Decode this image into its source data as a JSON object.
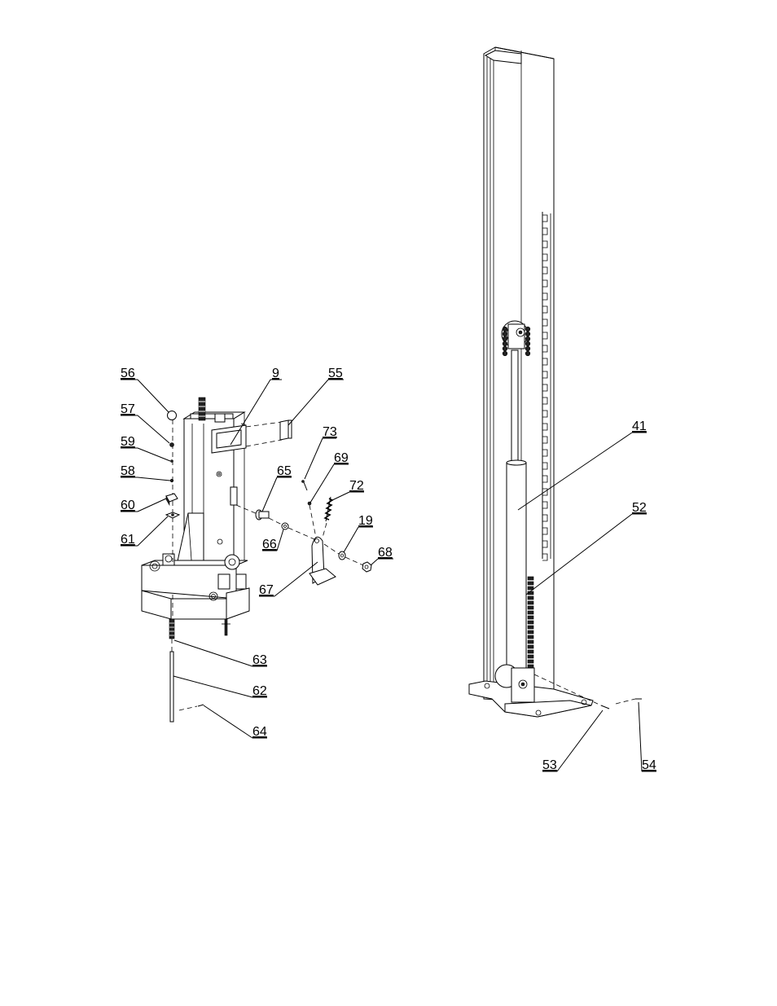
{
  "labels": {
    "p56": "56",
    "p57": "57",
    "p59": "59",
    "p58": "58",
    "p60": "60",
    "p61": "61",
    "p9": "9",
    "p55": "55",
    "p73": "73",
    "p69": "69",
    "p65": "65",
    "p72": "72",
    "p19": "19",
    "p66": "66",
    "p68": "68",
    "p67": "67",
    "p63": "63",
    "p62": "62",
    "p64": "64",
    "p41": "41",
    "p52": "52",
    "p53": "53",
    "p54": "54"
  }
}
